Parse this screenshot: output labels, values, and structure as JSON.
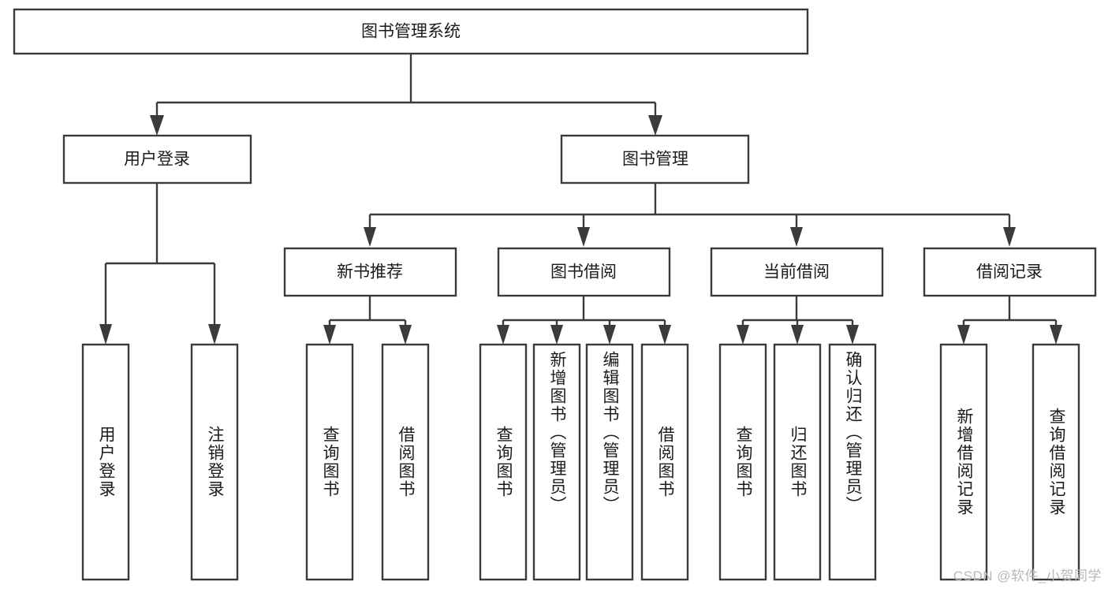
{
  "diagram": {
    "title": "图书管理系统",
    "type": "tree-hierarchy",
    "watermark": "CSDN @软件_小贺同学",
    "colors": {
      "stroke": "#3b3b3b",
      "box_fill": "#ffffff",
      "text": "#1b1b1b",
      "background": "#ffffff",
      "watermark": "#b9b9b9"
    },
    "levels": {
      "root": "图书管理系统",
      "level2": [
        "用户登录",
        "图书管理"
      ],
      "level3": [
        "新书推荐",
        "图书借阅",
        "当前借阅",
        "借阅记录"
      ]
    },
    "nodes": {
      "root": {
        "label": "图书管理系统",
        "orientation": "horizontal"
      },
      "user_login": {
        "label": "用户登录",
        "orientation": "horizontal"
      },
      "book_manage": {
        "label": "图书管理",
        "orientation": "horizontal"
      },
      "new_book_rec": {
        "label": "新书推荐",
        "orientation": "horizontal"
      },
      "book_borrow": {
        "label": "图书借阅",
        "orientation": "horizontal"
      },
      "current_borrow": {
        "label": "当前借阅",
        "orientation": "horizontal"
      },
      "borrow_record": {
        "label": "借阅记录",
        "orientation": "horizontal"
      },
      "leaf_user_login": {
        "label": "用户登录",
        "orientation": "vertical"
      },
      "leaf_logout": {
        "label": "注销登录",
        "orientation": "vertical"
      },
      "leaf_query_book_1": {
        "label": "查询图书",
        "orientation": "vertical"
      },
      "leaf_borrow_book_1": {
        "label": "借阅图书",
        "orientation": "vertical"
      },
      "leaf_query_book_2": {
        "label": "查询图书",
        "orientation": "vertical"
      },
      "leaf_add_book": {
        "label": "新增图书（管理员）",
        "orientation": "vertical"
      },
      "leaf_edit_book": {
        "label": "编辑图书（管理员）",
        "orientation": "vertical"
      },
      "leaf_borrow_book_2": {
        "label": "借阅图书",
        "orientation": "vertical"
      },
      "leaf_query_book_3": {
        "label": "查询图书",
        "orientation": "vertical"
      },
      "leaf_return_book": {
        "label": "归还图书",
        "orientation": "vertical"
      },
      "leaf_confirm_return": {
        "label": "确认归还（管理员）",
        "orientation": "vertical"
      },
      "leaf_add_record": {
        "label": "新增借阅记录",
        "orientation": "vertical"
      },
      "leaf_query_record": {
        "label": "查询借阅记录",
        "orientation": "vertical"
      }
    },
    "edges": [
      {
        "from": "root",
        "to": "user_login"
      },
      {
        "from": "root",
        "to": "book_manage"
      },
      {
        "from": "user_login",
        "to": "leaf_user_login"
      },
      {
        "from": "user_login",
        "to": "leaf_logout"
      },
      {
        "from": "book_manage",
        "to": "new_book_rec"
      },
      {
        "from": "book_manage",
        "to": "book_borrow"
      },
      {
        "from": "book_manage",
        "to": "current_borrow"
      },
      {
        "from": "book_manage",
        "to": "borrow_record"
      },
      {
        "from": "new_book_rec",
        "to": "leaf_query_book_1"
      },
      {
        "from": "new_book_rec",
        "to": "leaf_borrow_book_1"
      },
      {
        "from": "book_borrow",
        "to": "leaf_query_book_2"
      },
      {
        "from": "book_borrow",
        "to": "leaf_add_book"
      },
      {
        "from": "book_borrow",
        "to": "leaf_edit_book"
      },
      {
        "from": "book_borrow",
        "to": "leaf_borrow_book_2"
      },
      {
        "from": "current_borrow",
        "to": "leaf_query_book_3"
      },
      {
        "from": "current_borrow",
        "to": "leaf_return_book"
      },
      {
        "from": "current_borrow",
        "to": "leaf_confirm_return"
      },
      {
        "from": "borrow_record",
        "to": "leaf_add_record"
      },
      {
        "from": "borrow_record",
        "to": "leaf_query_record"
      }
    ]
  }
}
